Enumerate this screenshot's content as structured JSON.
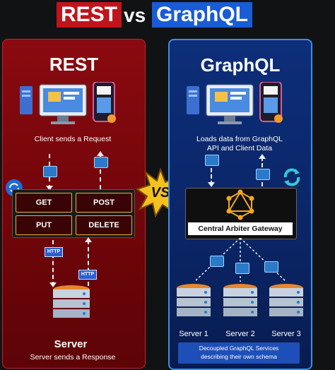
{
  "header": {
    "rest": "REST",
    "vs": "vs",
    "graphql": "GraphQL"
  },
  "rest": {
    "title": "REST",
    "client_caption": "Client sends a Request",
    "ops": [
      "GET",
      "POST",
      "PUT",
      "DELETE"
    ],
    "http_tag": "HTTP",
    "server_title": "Server",
    "server_caption": "Server sends a Response"
  },
  "vs_badge": "VS",
  "graphql": {
    "title": "GraphQL",
    "client_caption_1": "Loads data from GraphQL",
    "client_caption_2": "API and Client Data",
    "gateway": "Central Arbiter Gateway",
    "servers": [
      "Server 1",
      "Server 2",
      "Server 3"
    ],
    "note_1": "Decoupled GraphQL Services",
    "note_2": "describing their own schema"
  },
  "colors": {
    "rest_accent": "#c0141c",
    "graphql_accent": "#1a5bd6",
    "op_border": "#e6b23a"
  }
}
